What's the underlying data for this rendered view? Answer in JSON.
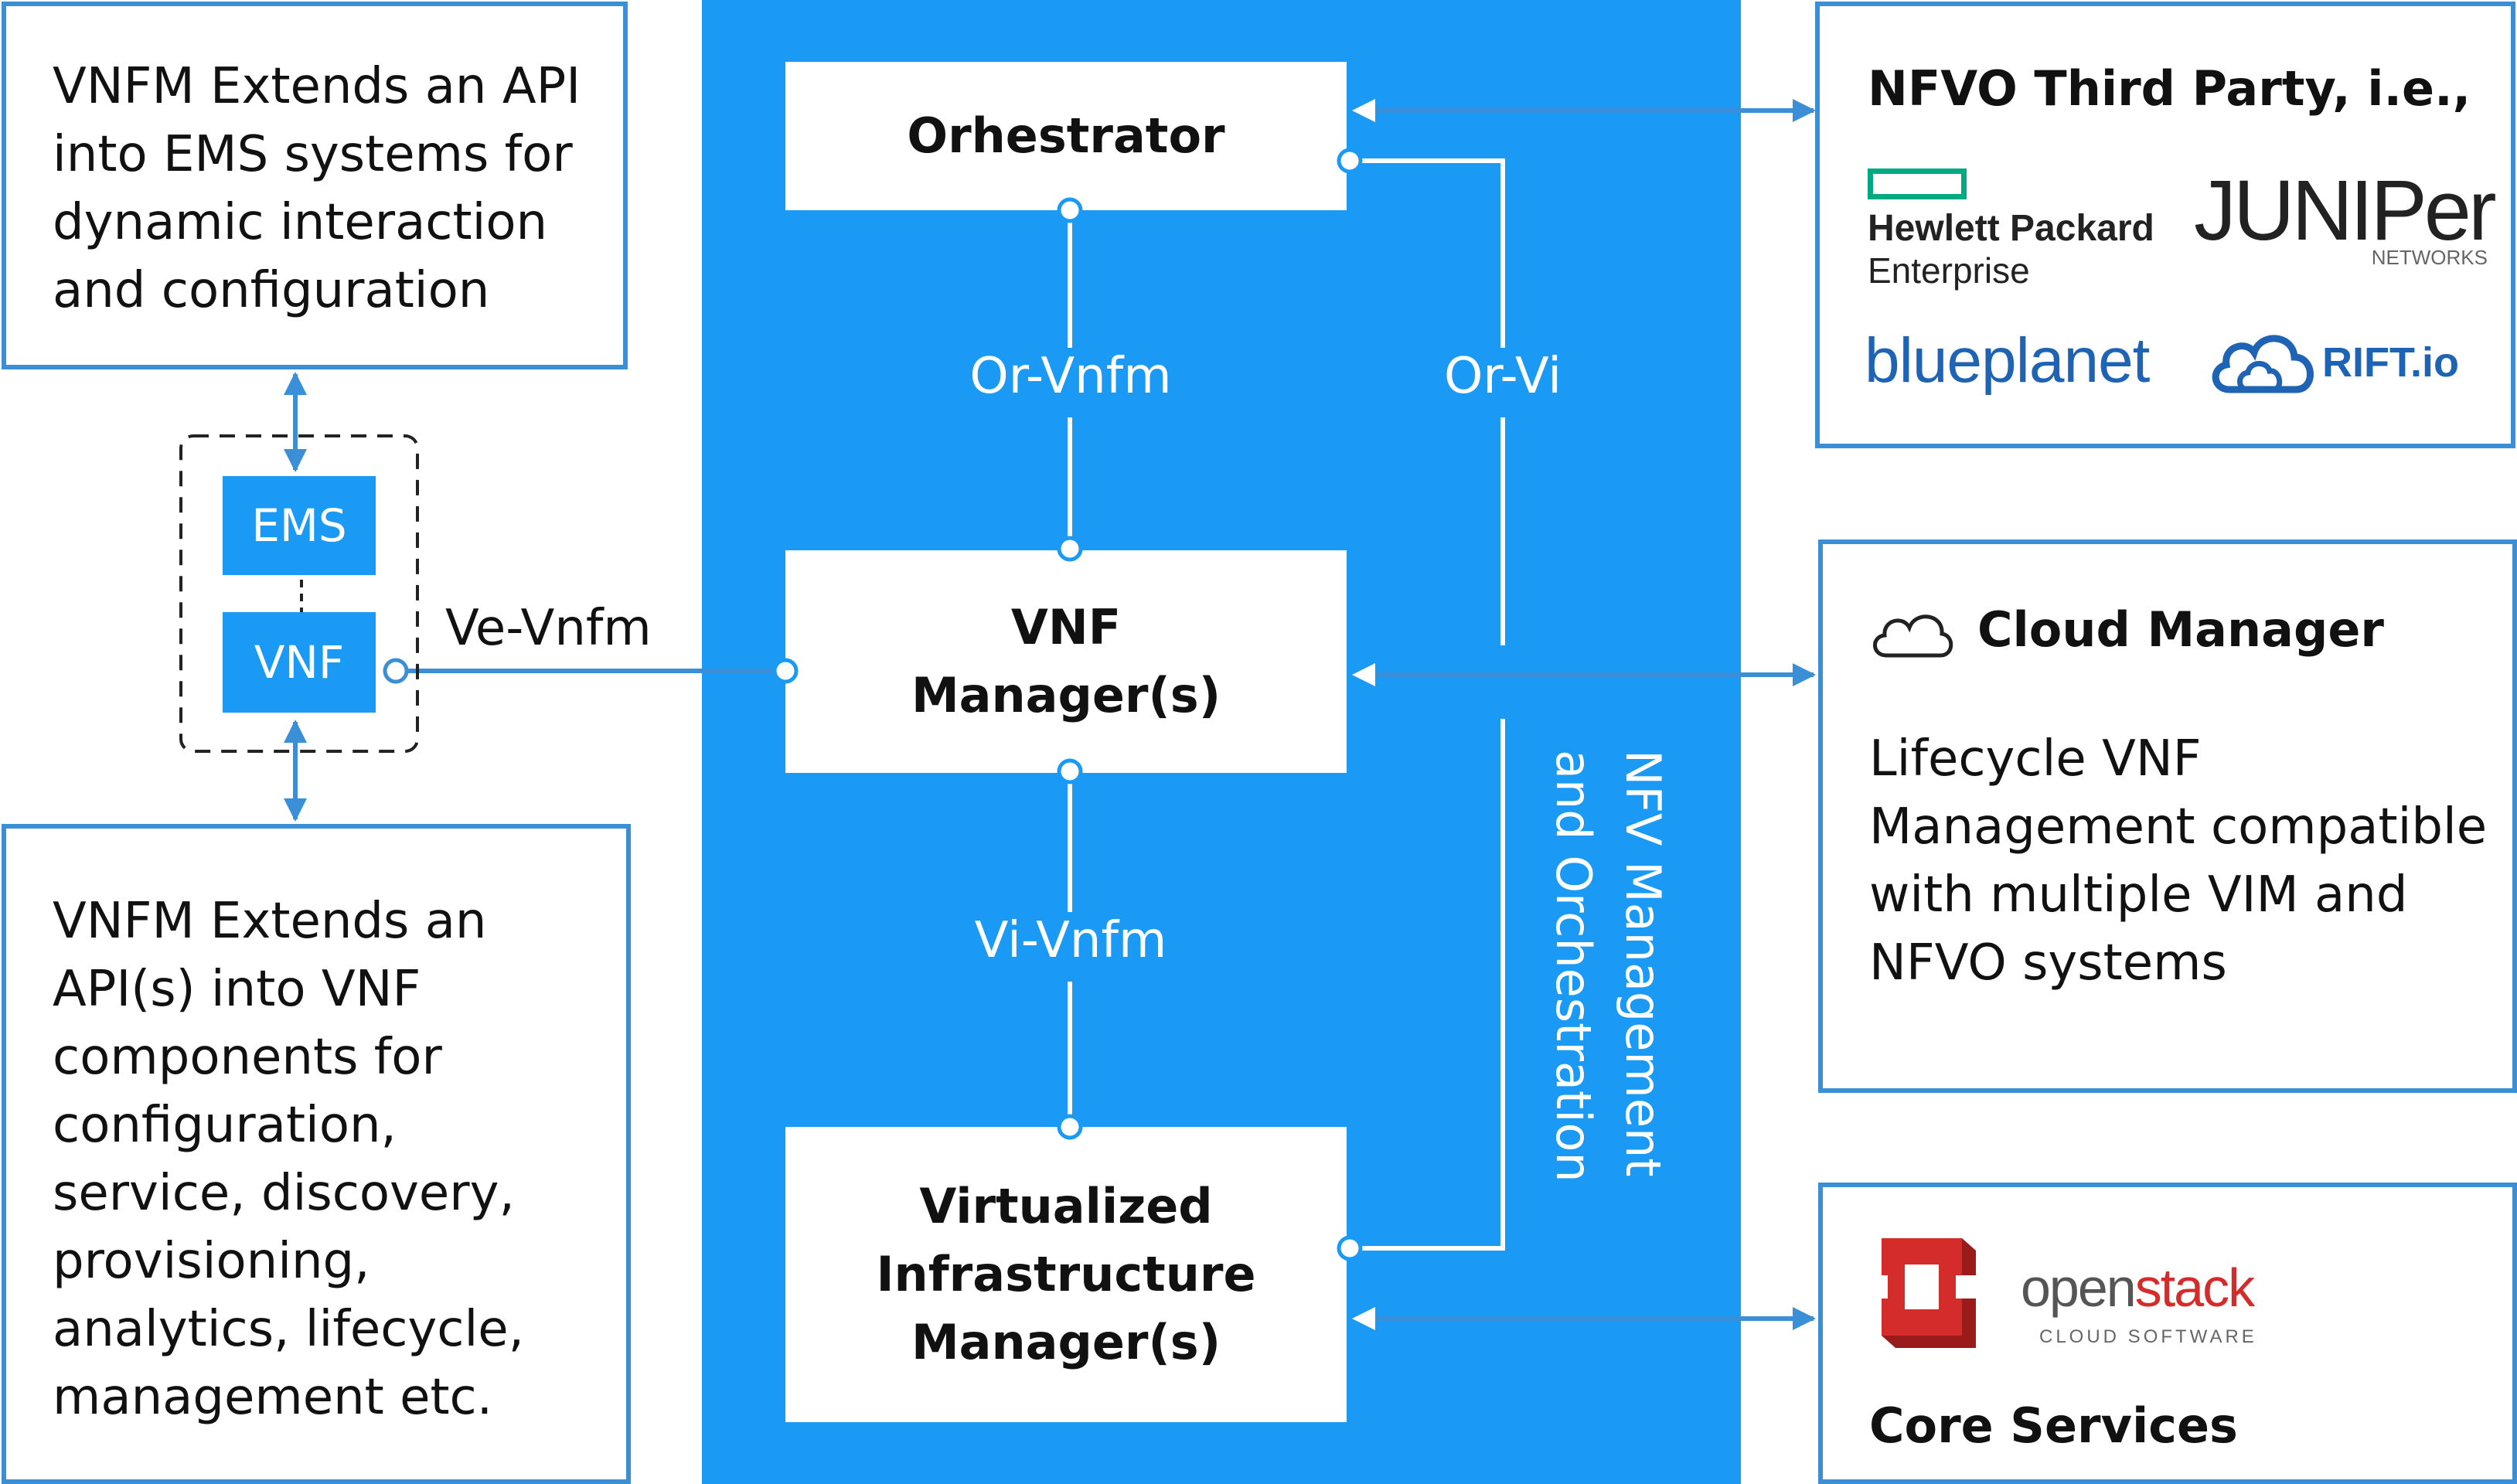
{
  "left": {
    "ems_text": "VNFM Extends an API into EMS systems for dynamic interaction and configuration",
    "ems_label": "EMS",
    "vnf_label": "VNF",
    "ve_vnfm": "Ve-Vnfm",
    "vnf_text": "VNFM Extends an API(s) into VNF components for configuration, service, discovery, provisioning, analytics, lifecycle, management etc."
  },
  "center": {
    "orchestrator": "Orhestrator",
    "vnf_manager": "VNF Manager(s)",
    "vim": "Virtualized Infrastructure Manager(s)",
    "or_vnfm": "Or-Vnfm",
    "or_vi": "Or-Vi",
    "vi_vnfm": "Vi-Vnfm",
    "nfv_title": "NFV Management and Orchestration"
  },
  "right": {
    "nfvo_title": "NFVO Third Party, i.e.,",
    "logos": {
      "hpe_line1": "Hewlett Packard",
      "hpe_line2": "Enterprise",
      "juniper": "JUNIPer",
      "juniper_sub": "NETWORKS",
      "blueplanet": "blueplanet",
      "rift": "RIFT.io"
    },
    "cloud_title": "Cloud Manager",
    "cloud_text": "Lifecycle VNF Management compatible with multiple VIM and NFVO systems",
    "openstack_open": "open",
    "openstack_stack": "stack",
    "openstack_sub": "CLOUD SOFTWARE",
    "core_title": "Core Services"
  },
  "colors": {
    "blue": "#1a9af4",
    "border": "#3a8fd6",
    "hpe_green": "#01a982",
    "openstack_red": "#d42b2b"
  }
}
